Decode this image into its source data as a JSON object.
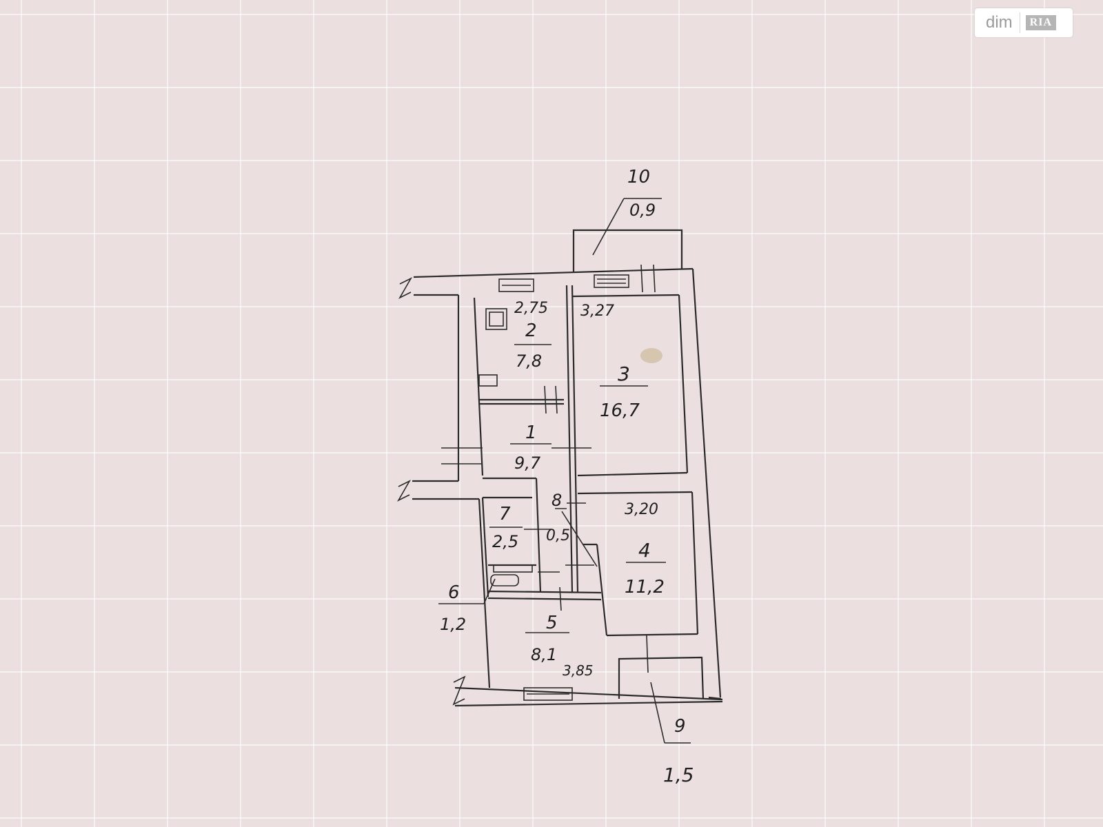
{
  "watermark": {
    "brand": "dim",
    "badge": "RIA"
  },
  "rooms": [
    {
      "id": "room-1",
      "number": "1",
      "area": "9,7"
    },
    {
      "id": "room-2",
      "number": "2",
      "area": "7,8"
    },
    {
      "id": "room-3",
      "number": "3",
      "area": "16,7"
    },
    {
      "id": "room-4",
      "number": "4",
      "area": "11,2"
    },
    {
      "id": "room-5",
      "number": "5",
      "area": "8,1"
    },
    {
      "id": "room-6",
      "number": "6",
      "area": "1,2"
    },
    {
      "id": "room-7",
      "number": "7",
      "area": "2,5"
    },
    {
      "id": "room-8",
      "number": "8",
      "area": "0,5"
    },
    {
      "id": "balcony-9",
      "number": "9",
      "area": "1,5"
    },
    {
      "id": "balcony-10",
      "number": "10",
      "area": "0,9"
    }
  ],
  "dimensions": {
    "room2_width": "2,75",
    "room3_width": "3,27",
    "room4_width": "3,20",
    "room5_width": "3,85"
  }
}
